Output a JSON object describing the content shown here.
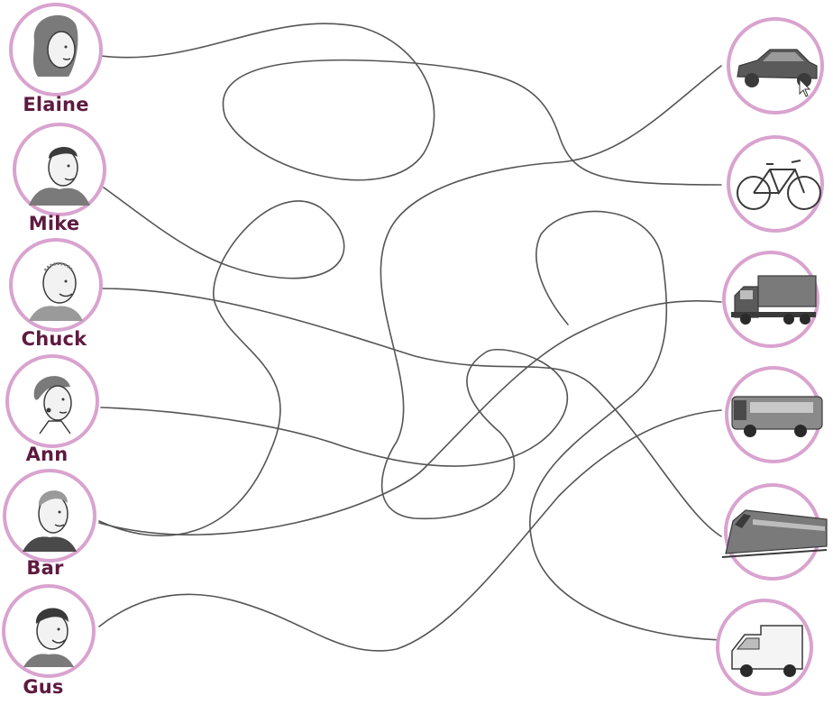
{
  "people": [
    {
      "id": "elaine",
      "name": "Elaine",
      "icon": "woman-face-icon"
    },
    {
      "id": "mike",
      "name": "Mike",
      "icon": "man-face-icon"
    },
    {
      "id": "chuck",
      "name": "Chuck",
      "icon": "bald-man-face-icon"
    },
    {
      "id": "ann",
      "name": "Ann",
      "icon": "woman-ponytail-face-icon"
    },
    {
      "id": "bar",
      "name": "Bar",
      "icon": "young-man-face-icon"
    },
    {
      "id": "gus",
      "name": "Gus",
      "icon": "boy-face-icon"
    }
  ],
  "vehicles": [
    {
      "id": "car",
      "icon": "car-icon"
    },
    {
      "id": "bicycle",
      "icon": "bicycle-icon"
    },
    {
      "id": "truck",
      "icon": "truck-icon"
    },
    {
      "id": "bus",
      "icon": "bus-icon"
    },
    {
      "id": "train",
      "icon": "train-icon"
    },
    {
      "id": "van",
      "icon": "van-icon"
    }
  ],
  "colors": {
    "circle_ring": "#d9a3cf",
    "label": "#5e1a3f",
    "line": "#555555",
    "icon_fill": "#7a7a7a",
    "icon_dark": "#3a3a3a"
  }
}
